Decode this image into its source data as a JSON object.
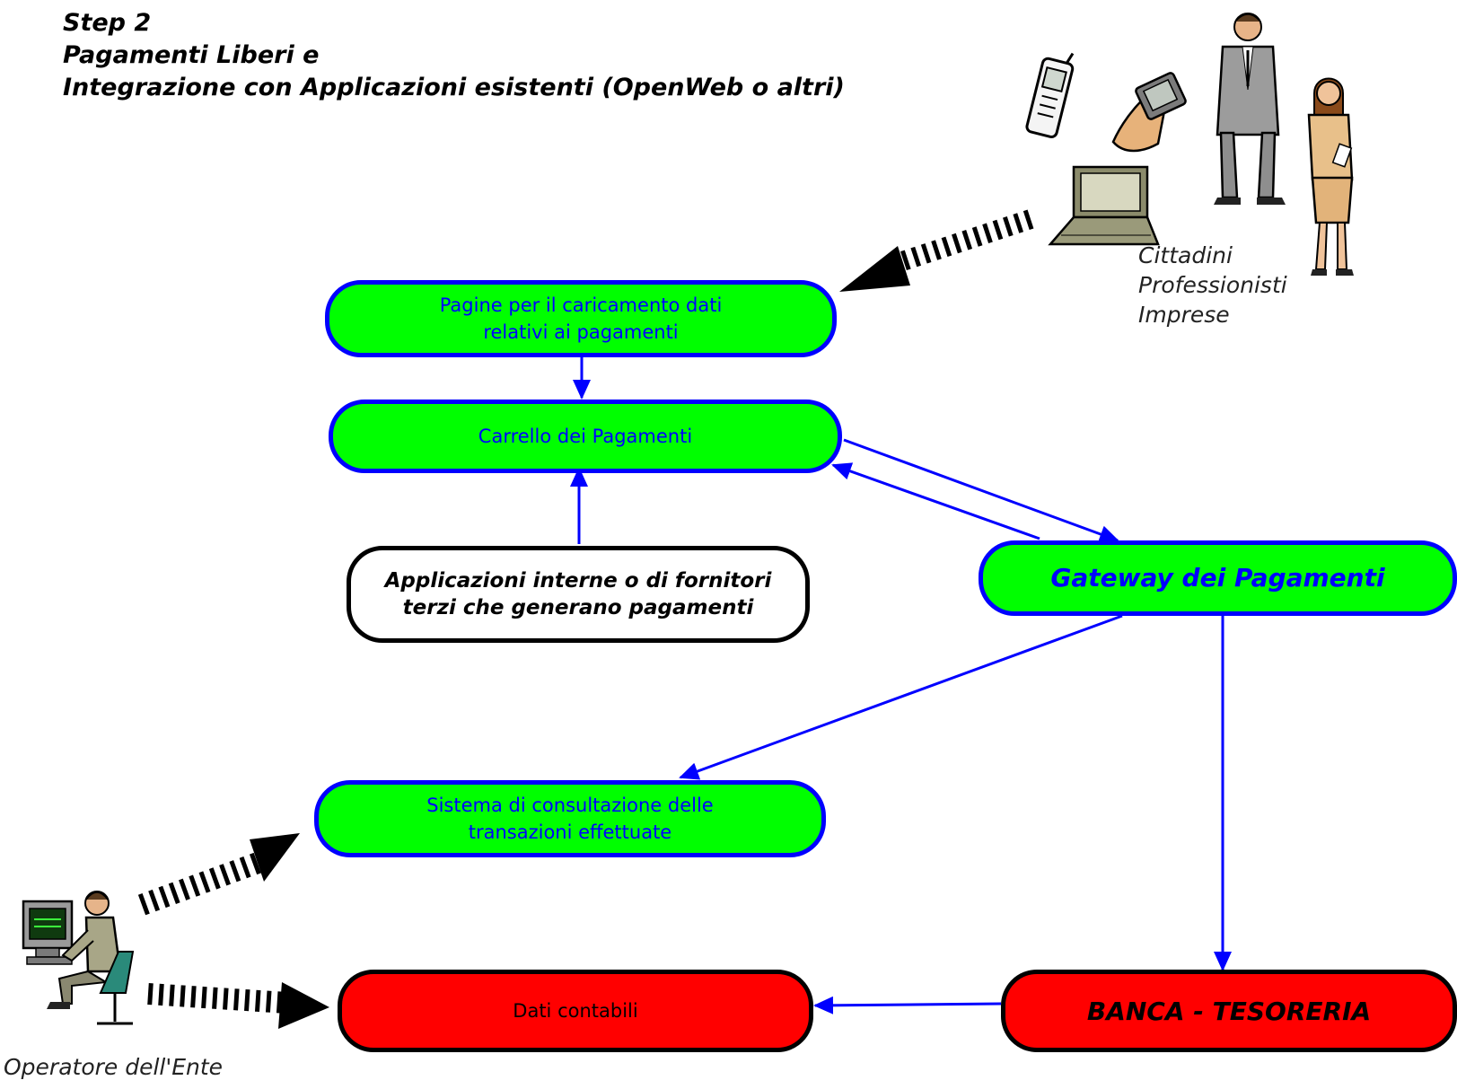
{
  "title": {
    "line1": "Step 2",
    "line2": "Pagamenti Liberi e",
    "line3": "Integrazione con Applicazioni esistenti (OpenWeb o altri)"
  },
  "nodes": {
    "pagine": "Pagine per il caricamento dati\nrelativi ai pagamenti",
    "carrello": "Carrello dei Pagamenti",
    "applicazioni": "Applicazioni interne o di fornitori\nterzi che generano pagamenti",
    "gateway": "Gateway dei Pagamenti",
    "sistema": "Sistema di consultazione delle\ntransazioni effettuate",
    "dati": "Dati contabili",
    "banca": "BANCA - TESORERIA"
  },
  "actors": {
    "citizens_line1": "Cittadini",
    "citizens_line2": "Professionisti",
    "citizens_line3": "Imprese",
    "operator": "Operatore dell'Ente"
  },
  "colors": {
    "node_green": "#00ff00",
    "node_red": "#ff0000",
    "connector_blue": "#0000ff"
  }
}
